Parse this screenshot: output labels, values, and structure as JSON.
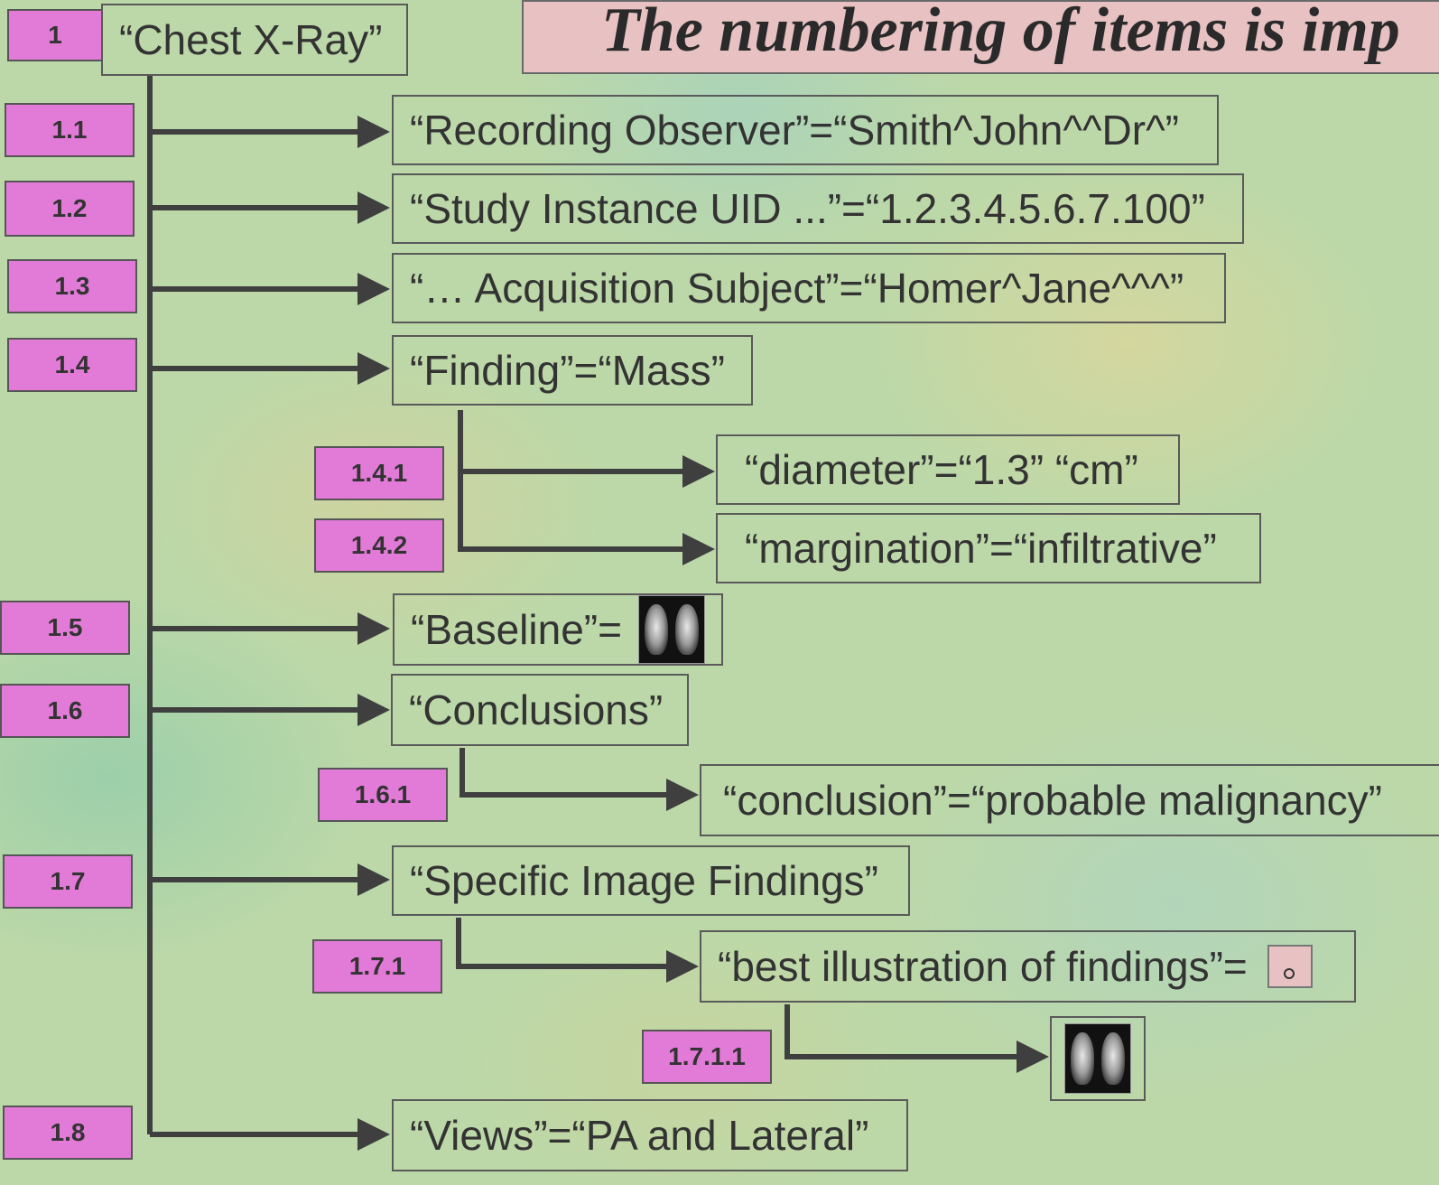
{
  "banner": {
    "text": "The numbering of items is imp"
  },
  "root": {
    "num": "1",
    "label": "“Chest X-Ray”"
  },
  "items": [
    {
      "num": "1.1",
      "label": "“Recording Observer”=“Smith^John^^Dr^”"
    },
    {
      "num": "1.2",
      "label": "“Study Instance UID ...”=“1.2.3.4.5.6.7.100”"
    },
    {
      "num": "1.3",
      "label": "“… Acquisition Subject”=“Homer^Jane^^^”"
    },
    {
      "num": "1.4",
      "label": "“Finding”=“Mass”"
    },
    {
      "num": "1.4.1",
      "label": "“diameter”=“1.3” “cm”"
    },
    {
      "num": "1.4.2",
      "label": "“margination”=“infiltrative”"
    },
    {
      "num": "1.5",
      "label": "“Baseline”="
    },
    {
      "num": "1.6",
      "label": "“Conclusions”"
    },
    {
      "num": "1.6.1",
      "label": "“conclusion”=“probable malignancy”"
    },
    {
      "num": "1.7",
      "label": "“Specific Image Findings”"
    },
    {
      "num": "1.7.1",
      "label": "“best illustration of findings”="
    },
    {
      "num": "1.7.1.1",
      "label": ""
    },
    {
      "num": "1.8",
      "label": "“Views”=“PA and Lateral”"
    }
  ],
  "colors": {
    "tag": "#e27bd7",
    "banner": "#e8c2c2",
    "line": "#3f3f3f"
  },
  "icons": {
    "baseline_image": "chest-xray-thumbnail-icon",
    "reference": "image-reference-icon",
    "referenced_image": "chest-xray-thumbnail-icon"
  }
}
